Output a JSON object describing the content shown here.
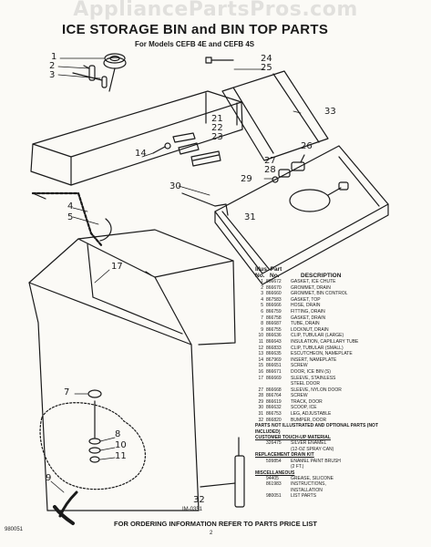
{
  "watermark": "AppliancePartsPros.com",
  "title": "ICE STORAGE BIN and BIN TOP PARTS",
  "subtitle": "For Models CEFB 4E and CEFB 4S",
  "callouts": [
    "1",
    "2",
    "3",
    "24",
    "25",
    "21",
    "22",
    "23",
    "14",
    "33",
    "26",
    "27",
    "28",
    "29",
    "30",
    "4",
    "5",
    "31",
    "17",
    "7",
    "8",
    "10",
    "11",
    "9",
    "32"
  ],
  "parts_list": {
    "headers": {
      "illus": "Illus. Part",
      "no": "No.",
      "num": "No.",
      "desc": "DESCRIPTION"
    },
    "rows": [
      [
        "1",
        "866672",
        "GASKET, ICE CHUTE"
      ],
      [
        "2",
        "866670",
        "GROMMET, DRAIN"
      ],
      [
        "3",
        "866660",
        "GROMMET, BIN CONTROL"
      ],
      [
        "4",
        "867583",
        "GASKET, TOP"
      ],
      [
        "5",
        "866666",
        "HOSE, DRAIN"
      ],
      [
        "6",
        "866759",
        "FITTING, DRAIN"
      ],
      [
        "7",
        "866758",
        "GASKET, DRAIN"
      ],
      [
        "8",
        "866687",
        "TUBE, DRAIN"
      ],
      [
        "9",
        "866755",
        "LOCKNUT, DRAIN"
      ],
      [
        "10",
        "866636",
        "CLIP, TUBULAR (LARGE)"
      ],
      [
        "11",
        "866643",
        "INSULATION, CAPILLARY TUBE"
      ],
      [
        "12",
        "866833",
        "CLIP, TUBULAR (SMALL)"
      ],
      [
        "13",
        "866635",
        "ESCUTCHEON, NAMEPLATE"
      ],
      [
        "14",
        "867969",
        "INSERT, NAMEPLATE"
      ],
      [
        "15",
        "866651",
        "SCREW"
      ],
      [
        "16",
        "866671",
        "DOOR, ICE BIN (S)"
      ],
      [
        "17",
        "866669",
        "SLEEVE, STAINLESS"
      ],
      [
        "",
        "",
        "STEEL DOOR"
      ],
      [
        "27",
        "866668",
        "SLEEVE, NYLON DOOR"
      ],
      [
        "28",
        "866764",
        "SCREW"
      ],
      [
        "29",
        "866619",
        "TRACK, DOOR"
      ],
      [
        "30",
        "866632",
        "SCOOP, ICE"
      ],
      [
        "31",
        "866753",
        "LEG, ADJUSTABLE"
      ],
      [
        "32",
        "866820",
        "BUMPER, DOOR"
      ]
    ],
    "note": "PARTS NOT ILLUSTRATED AND OPTIONAL PARTS (NOT INCLUDED)",
    "sections": [
      {
        "heading": "CUSTOMER TOUCH-UP MATERIAL",
        "items": [
          [
            "326475",
            "SILVER ENAMEL"
          ],
          [
            "",
            "(12-OZ SPRAY CAN)"
          ]
        ]
      },
      {
        "heading": "REPLACEMENT DRAIN KIT",
        "items": [
          [
            "599854",
            "ENAMEL PAINT BRUSH"
          ],
          [
            "",
            "(2 FT.)"
          ]
        ]
      },
      {
        "heading": "MISCELLANEOUS",
        "items": [
          [
            "94405",
            "GREASE, SILICONE"
          ],
          [
            "861983",
            "INSTRUCTIONS,"
          ],
          [
            "",
            "INSTALLATION"
          ],
          [
            "980051",
            "LIST PARTS"
          ]
        ]
      }
    ]
  },
  "figure_code": "IM-0351",
  "footer": "FOR ORDERING INFORMATION REFER TO PARTS PRICE LIST",
  "corner_code": "980051",
  "page_number": "2"
}
